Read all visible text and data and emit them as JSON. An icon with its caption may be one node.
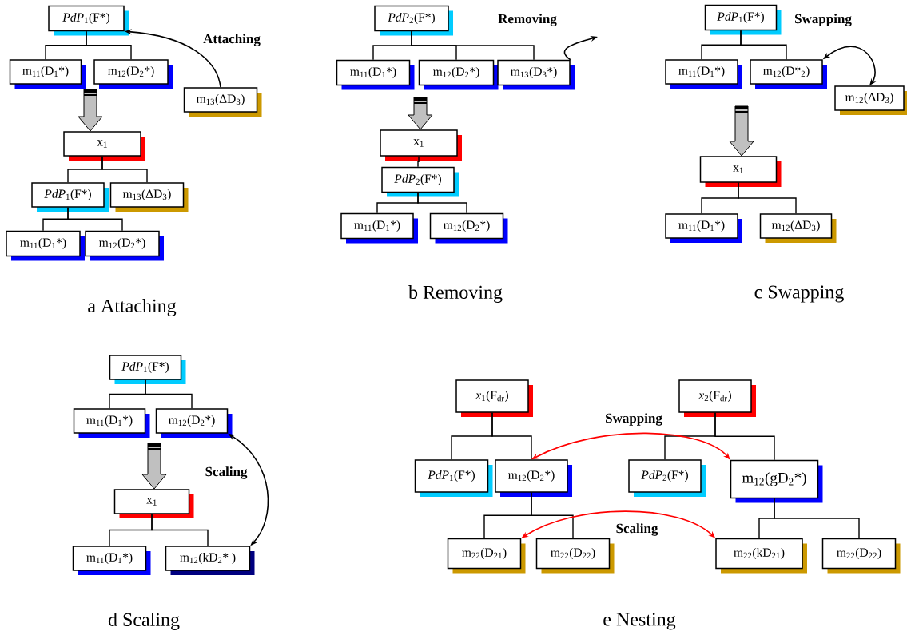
{
  "diagram": {
    "nodes": [
      {
        "text": [
          "*PdP*$_{1}$(F*)"
        ]
      },
      {
        "text": [
          "m$_{11}$(D$_{1}$*)"
        ]
      },
      {
        "text": [
          "m$_{12}$(D$_{2}$*)"
        ]
      },
      {
        "text": [
          "m$_{13}$(ΔD$_{3}$)"
        ]
      },
      {
        "text": [
          "x$_{1}$"
        ]
      },
      {
        "text": [
          "*PdP*$_{1}$(F*)"
        ]
      },
      {
        "text": [
          "m$_{13}$(ΔD$_{3}$)"
        ]
      },
      {
        "text": [
          "m$_{11}$(D$_{1}$*)"
        ]
      },
      {
        "text": [
          "m$_{12}$(D$_{2}$*)"
        ]
      },
      {
        "text": [
          "*PdP*$_{2}$(F*)"
        ]
      },
      {
        "text": [
          "m$_{11}$(D$_{1}$*)"
        ]
      },
      {
        "text": [
          "m$_{12}$(D$_{2}$*)"
        ]
      },
      {
        "text": [
          "m$_{13}$(D$_{3}$*)"
        ]
      },
      {
        "text": [
          "x$_{1}$"
        ]
      },
      {
        "text": [
          "*PdP*$_{2}$(F*)"
        ]
      },
      {
        "text": [
          "m$_{11}$(D$_{1}$*)"
        ]
      },
      {
        "text": [
          "m$_{12}$(D$_{2}$*)"
        ]
      },
      {
        "text": [
          "*PdP*$_{1}$(F*)"
        ]
      },
      {
        "text": [
          "m$_{11}$(D$_{1}$*)"
        ]
      },
      {
        "text": [
          "m$_{12}$(D*$_{2}$)"
        ]
      },
      {
        "text": [
          "m$_{12}$(ΔD$_{3}$)"
        ]
      },
      {
        "text": [
          "x$_{1}$"
        ]
      },
      {
        "text": [
          "m$_{11}$(D$_{1}$*)"
        ]
      },
      {
        "text": [
          "m$_{12}$(ΔD$_{3}$)"
        ]
      },
      {
        "text": [
          "*PdP*$_{1}$(F*)"
        ]
      },
      {
        "text": [
          "m$_{11}$(D$_{1}$*)"
        ]
      },
      {
        "text": [
          "m$_{12}$(D$_{2}$*)"
        ]
      },
      {
        "text": [
          "x$_{1}$"
        ]
      },
      {
        "text": [
          "m$_{11}$(D$_{1}$*)"
        ]
      },
      {
        "text": [
          "m$_{12}$(kD$_{2}$* )"
        ]
      },
      {
        "text": [
          "*x*$_{1}$(F$_{dr}$)"
        ]
      },
      {
        "text": [
          "*x*$_{2}$(F$_{dr}$)"
        ]
      },
      {
        "text": [
          "*PdP*$_{1}$(F*)"
        ]
      },
      {
        "text": [
          "m$_{12}$(D$_{2}$*)"
        ]
      },
      {
        "text": [
          "*PdP*$_{2}$(F*)"
        ]
      },
      {
        "text": [
          "m$_{12}$(gD$_{2}$*)"
        ]
      },
      {
        "text": [
          "m$_{22}$(D$_{21}$)"
        ]
      },
      {
        "text": [
          "m$_{22}$(D$_{22}$)"
        ]
      },
      {
        "text": [
          "m$_{22}$(kD$_{21}$)"
        ]
      },
      {
        "text": [
          "m$_{22}$(D$_{22}$)"
        ]
      }
    ],
    "edges": [
      {
        "from": 0,
        "to": 1,
        "arrow": "none"
      },
      {
        "from": 0,
        "to": 2,
        "arrow": "none"
      },
      {
        "from": 3,
        "to": 0,
        "arrow": "to",
        "label": "Attaching"
      },
      {
        "from": null,
        "to": 4,
        "arrow": "to",
        "style": "thick",
        "color": "#c0c0c0"
      },
      {
        "from": 4,
        "to": 5,
        "arrow": "none"
      },
      {
        "from": 4,
        "to": 6,
        "arrow": "none"
      },
      {
        "from": 5,
        "to": 7,
        "arrow": "none"
      },
      {
        "from": 5,
        "to": 8,
        "arrow": "none"
      },
      {
        "from": 9,
        "to": 10,
        "arrow": "none"
      },
      {
        "from": 9,
        "to": 11,
        "arrow": "none"
      },
      {
        "from": 9,
        "to": 12,
        "arrow": "none"
      },
      {
        "from": 12,
        "to": null,
        "arrow": "to",
        "label": "Removing"
      },
      {
        "from": null,
        "to": 13,
        "arrow": "to",
        "style": "thick",
        "color": "#c0c0c0"
      },
      {
        "from": 13,
        "to": 14,
        "arrow": "none"
      },
      {
        "from": 14,
        "to": 15,
        "arrow": "none"
      },
      {
        "from": 14,
        "to": 16,
        "arrow": "none"
      },
      {
        "from": 17,
        "to": 18,
        "arrow": "none"
      },
      {
        "from": 17,
        "to": 19,
        "arrow": "none"
      },
      {
        "from": 19,
        "to": 20,
        "arrow": "both",
        "label": "Swapping"
      },
      {
        "from": null,
        "to": 21,
        "arrow": "to",
        "style": "thick",
        "color": "#c0c0c0"
      },
      {
        "from": 21,
        "to": 22,
        "arrow": "none"
      },
      {
        "from": 21,
        "to": 23,
        "arrow": "none"
      },
      {
        "from": 24,
        "to": 25,
        "arrow": "none"
      },
      {
        "from": 24,
        "to": 26,
        "arrow": "none"
      },
      {
        "from": 26,
        "to": 29,
        "arrow": "both",
        "label": "Scaling"
      },
      {
        "from": null,
        "to": 27,
        "arrow": "to",
        "style": "thick",
        "color": "#c0c0c0"
      },
      {
        "from": 27,
        "to": 28,
        "arrow": "none"
      },
      {
        "from": 27,
        "to": 29,
        "arrow": "none"
      },
      {
        "from": 30,
        "to": 32,
        "arrow": "none"
      },
      {
        "from": 30,
        "to": 33,
        "arrow": "none"
      },
      {
        "from": 31,
        "to": 34,
        "arrow": "none"
      },
      {
        "from": 31,
        "to": 35,
        "arrow": "none"
      },
      {
        "from": 33,
        "to": 35,
        "arrow": "both",
        "label": "Swapping",
        "color": "#ff0000"
      },
      {
        "from": 33,
        "to": 36,
        "arrow": "none"
      },
      {
        "from": 33,
        "to": 37,
        "arrow": "none"
      },
      {
        "from": 35,
        "to": 38,
        "arrow": "none"
      },
      {
        "from": 35,
        "to": 39,
        "arrow": "none"
      },
      {
        "from": 36,
        "to": 38,
        "arrow": "both",
        "label": "Scaling",
        "color": "#ff0000"
      }
    ],
    "labels": [
      "a Attaching",
      "b Removing",
      "c Swapping",
      "d Scaling",
      "e Nesting"
    ]
  }
}
